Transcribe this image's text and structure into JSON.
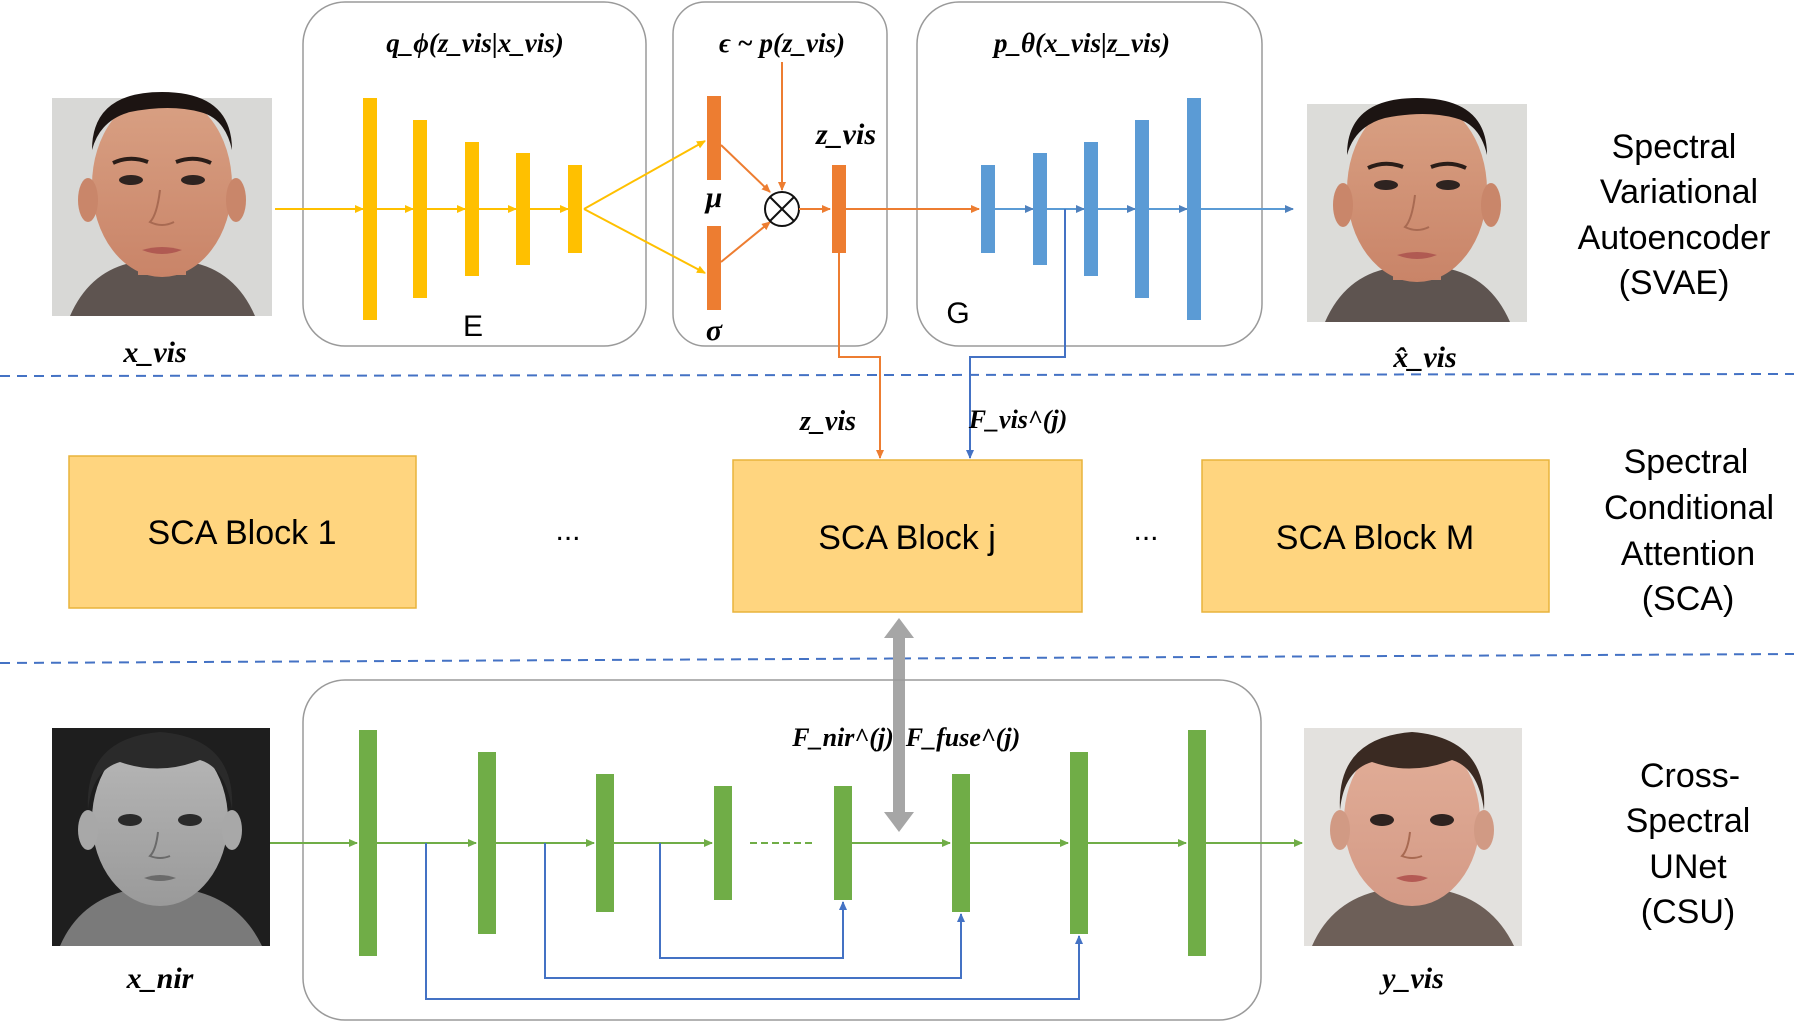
{
  "colors": {
    "encoder": "#FFC000",
    "latent": "#ED7D31",
    "decoder": "#5B9BD5",
    "unet": "#70AD47",
    "sca_fill": "#FFD57F",
    "sca_border": "#E8B33C",
    "divider": "#4472C4",
    "box_border": "#9A9A9A",
    "bidirectional": "#A6A6A6"
  },
  "svae": {
    "encoder_title": "q_ϕ(z_vis|x_vis)",
    "sampling_title": "ϵ ~ p(z_vis)",
    "decoder_title": "p_θ(x_vis|z_vis)",
    "encoder_label": "E",
    "decoder_label": "G",
    "mu_label": "μ",
    "sigma_label": "σ",
    "latent_label": "z_vis",
    "input_label": "x_vis",
    "output_label": "x̂_vis",
    "input_image": "face-photo-boy-visible",
    "output_image": "face-photo-boy-reconstructed"
  },
  "sca": {
    "blocks": [
      "SCA Block 1",
      "SCA Block j",
      "SCA Block M"
    ],
    "ellipsis": "...",
    "latent_input_label": "z_vis",
    "feature_input_label": "F_vis^(j)"
  },
  "csu": {
    "input_label": "x_nir",
    "output_label": "y_vis",
    "nir_feature_label": "F_nir^(j)",
    "fuse_feature_label": "F_fuse^(j)",
    "input_image": "face-photo-girl-near-infrared",
    "output_image": "face-photo-girl-visible"
  },
  "section_labels": {
    "svae": [
      "Spectral",
      "Variational",
      "Autoencoder",
      "(SVAE)"
    ],
    "sca": [
      "Spectral",
      "Conditional",
      "Attention",
      "(SCA)"
    ],
    "csu": [
      "Cross-",
      "Spectral",
      "UNet",
      "(CSU)"
    ]
  }
}
